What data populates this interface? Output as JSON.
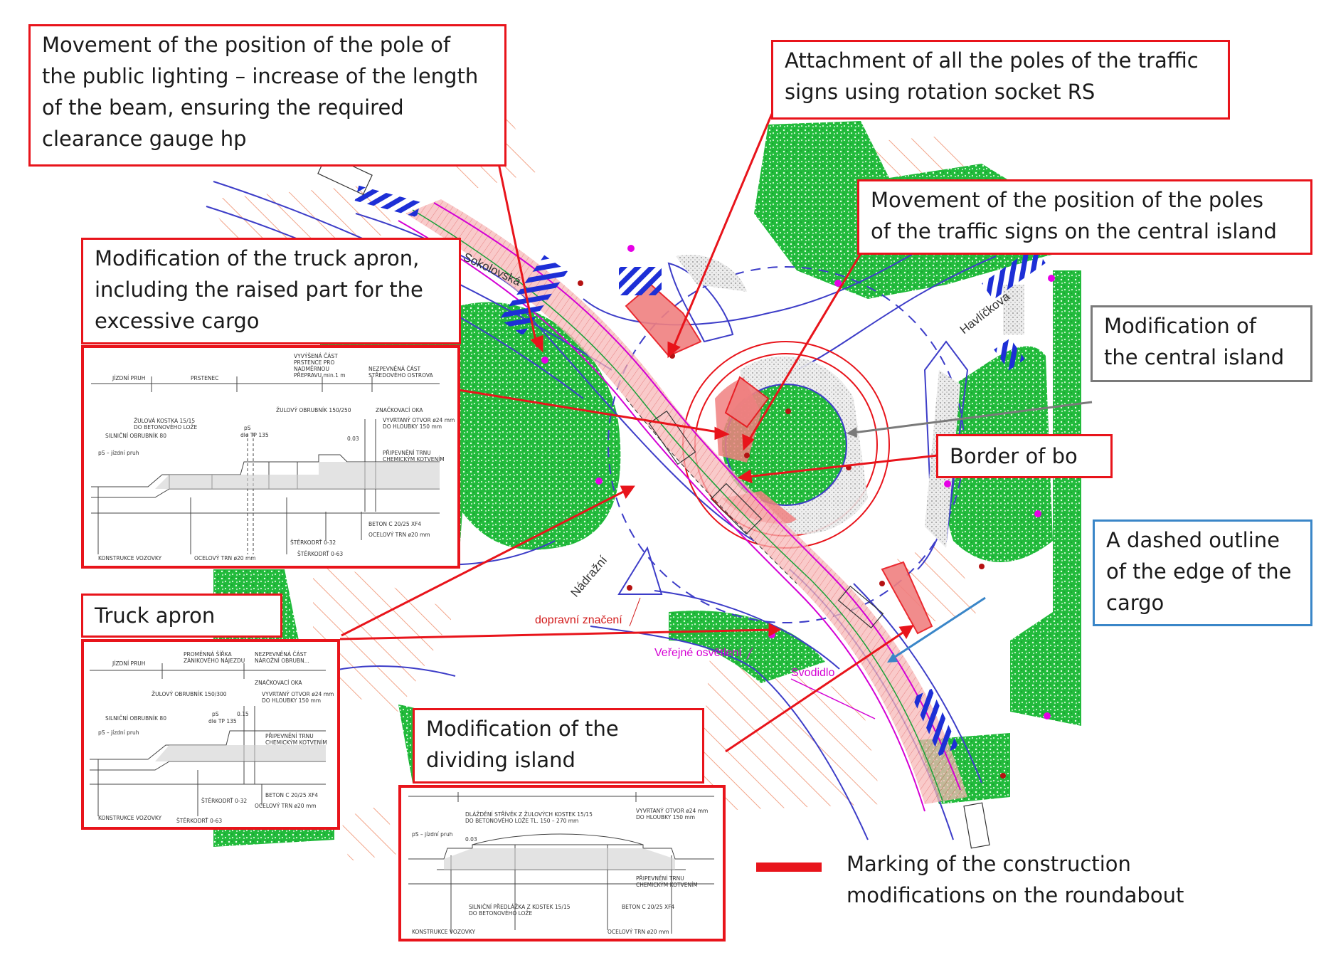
{
  "callouts": {
    "lighting": [
      "Movement of the position of the pole of",
      "the public lighting – increase of the length",
      "of the beam, ensuring the required",
      "clearance gauge hp"
    ],
    "attachment": [
      "Attachment of all the poles of the traffic",
      "signs using rotation socket RS"
    ],
    "poles_movement": [
      "Movement of the position of the poles",
      "of the traffic signs on the central island"
    ],
    "truck_apron_mod": [
      "Modification of the truck apron,",
      "including the raised part for the",
      "excessive cargo"
    ],
    "central_island": [
      "Modification of",
      "the central island"
    ],
    "border": "Border of bo",
    "dashed_outline": [
      "A dashed outline",
      "of the edge of the",
      "cargo"
    ],
    "truck_apron": "Truck apron",
    "dividing_island": [
      "Modification of the",
      "dividing island"
    ]
  },
  "legend": [
    "Marking of the construction",
    "modifications on the roundabout"
  ],
  "streets": {
    "sokolovska": "Sokolovská",
    "havlickova": "Havlíčkova",
    "nadrazni": "Nádražní"
  },
  "plan_labels": {
    "dopravni": "dopravní značení",
    "verejne": "Veřejné osvětlení",
    "svodidlo": "Svodidlo"
  },
  "section1": {
    "headers": [
      "JÍZDNÍ PRUH",
      "PRSTENEC",
      "VYVÝŠENÁ ČÁST",
      "PRSTENCE PRO",
      "NADMĚRNOU",
      "PŘEPRAVU min.1 m",
      "NEZPEVNĚNÁ ČÁST",
      "STŘEDOVÉHO OSTROVA"
    ],
    "notes": [
      "ŽULOVÝ OBRUBNÍK 150/250",
      "ZNAČKOVACÍ OKA",
      "ŽULOVÁ KOSTKA 15/15",
      "DO BETONOVÉHO LOŽE",
      "SILNIČNÍ OBRUBNÍK 80",
      "pS – jízdní pruh",
      "VYVRTANÝ OTVOR ø24 mm",
      "DO HLOUBKY 150 mm",
      "PŘIPEVNĚNÍ TRNU",
      "CHEMICKÝM KOTVENÍM",
      "BETON C 20/25 XF4",
      "OCELOVÝ TRN ø20 mm",
      "ŠTĚRKODRŤ 0-32",
      "ŠTĚRKODRŤ 0-63",
      "KONSTRUKCE VOZOVKY",
      "OCELOVÝ TRN ø20 mm",
      "pS",
      "dle TP 135",
      "0.03"
    ]
  },
  "section2": {
    "headers": [
      "JÍZDNÍ PRUH",
      "PROMĚNNÁ ŠÍŘKA",
      "ZÁNIKOVÉHO NÁJEZDU",
      "NEZPEVNĚNÁ ČÁST",
      "NÁROŽNÍ OBRUBN..."
    ],
    "notes": [
      "ZNAČKOVACÍ OKA",
      "ŽULOVÝ OBRUBNÍK 150/300",
      "VYVRTANÝ OTVOR ø24 mm",
      "DO HLOUBKY 150 mm",
      "SILNIČNÍ OBRUBNÍK 80",
      "pS – jízdní pruh",
      "PŘIPEVNĚNÍ TRNU",
      "CHEMICKÝM KOTVENÍM",
      "BETON C 20/25 XF4",
      "ŠTĚRKODRŤ 0-32",
      "OCELOVÝ TRN ø20 mm",
      "KONSTRUKCE VOZOVKY",
      "ŠTĚRKODRŤ 0-63",
      "pS",
      "dle TP 135",
      "0.15"
    ]
  },
  "section3": {
    "notes": [
      "DLÁŽDĚNÍ STŘÍVĚK Z ŽULOVÝCH KOSTEK 15/15",
      "DO BETONOVÉHO LOŽE TL. 150 – 270 mm",
      "VYVRTANÝ OTVOR ø24 mm",
      "DO HLOUBKY 150 mm",
      "pS – jízdní pruh",
      "0.03",
      "PŘIPEVNĚNÍ TRNU",
      "CHEMICKÝM KOTVENÍM",
      "SILNIČNÍ PŘEDLÁŽKA Z KOSTEK 15/15",
      "DO BETONOVÉHO LOŽE",
      "BETON C 20/25 XF4",
      "KONSTRUKCE VOZOVKY",
      "OCELOVÝ TRN ø20 mm"
    ]
  },
  "colors": {
    "callout_border": "#e8141b",
    "gray_border": "#7a7a7a",
    "blue_border": "#3a86c8",
    "grass": "#1fb83a",
    "road_line": "#3d3dc8",
    "modification_fill": "#f08080",
    "hatch": "#f2a58a"
  }
}
